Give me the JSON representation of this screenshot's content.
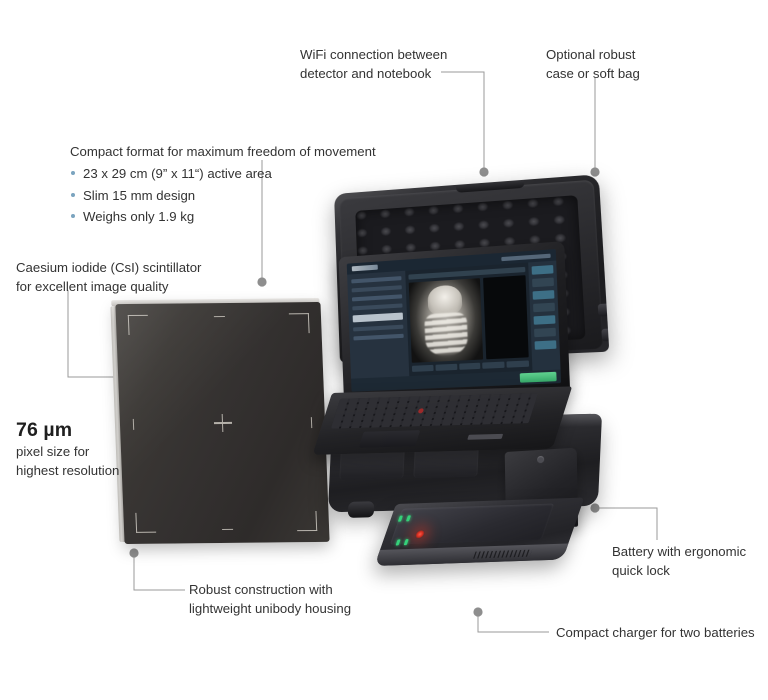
{
  "callouts": {
    "wifi": "WiFi connection between\ndetector and notebook",
    "case": "Optional robust\ncase or soft bag",
    "compact_header": "Compact format for maximum freedom of movement",
    "compact_bullets": [
      "23 x 29 cm (9” x 11“) active area",
      "Slim 15 mm design",
      "Weighs only 1.9 kg"
    ],
    "scintillator": "Caesium iodide (CsI) scintillator\nfor excellent image quality",
    "pixel_value": "76 µm",
    "pixel_sub": "pixel size for\nhighest resolution",
    "robust": "Robust construction with\nlightweight unibody housing",
    "battery": "Battery with ergonomic\nquick lock",
    "charger": "Compact charger for two batteries"
  },
  "colors": {
    "background": "#ffffff",
    "text": "#333333",
    "heading": "#1f1f1f",
    "bullet": "#7ba4bf",
    "leader_line": "#9a9a9a",
    "leader_dot": "#8e8e8e",
    "accent_green": "#35d17a",
    "accent_red": "#d02a1c"
  }
}
